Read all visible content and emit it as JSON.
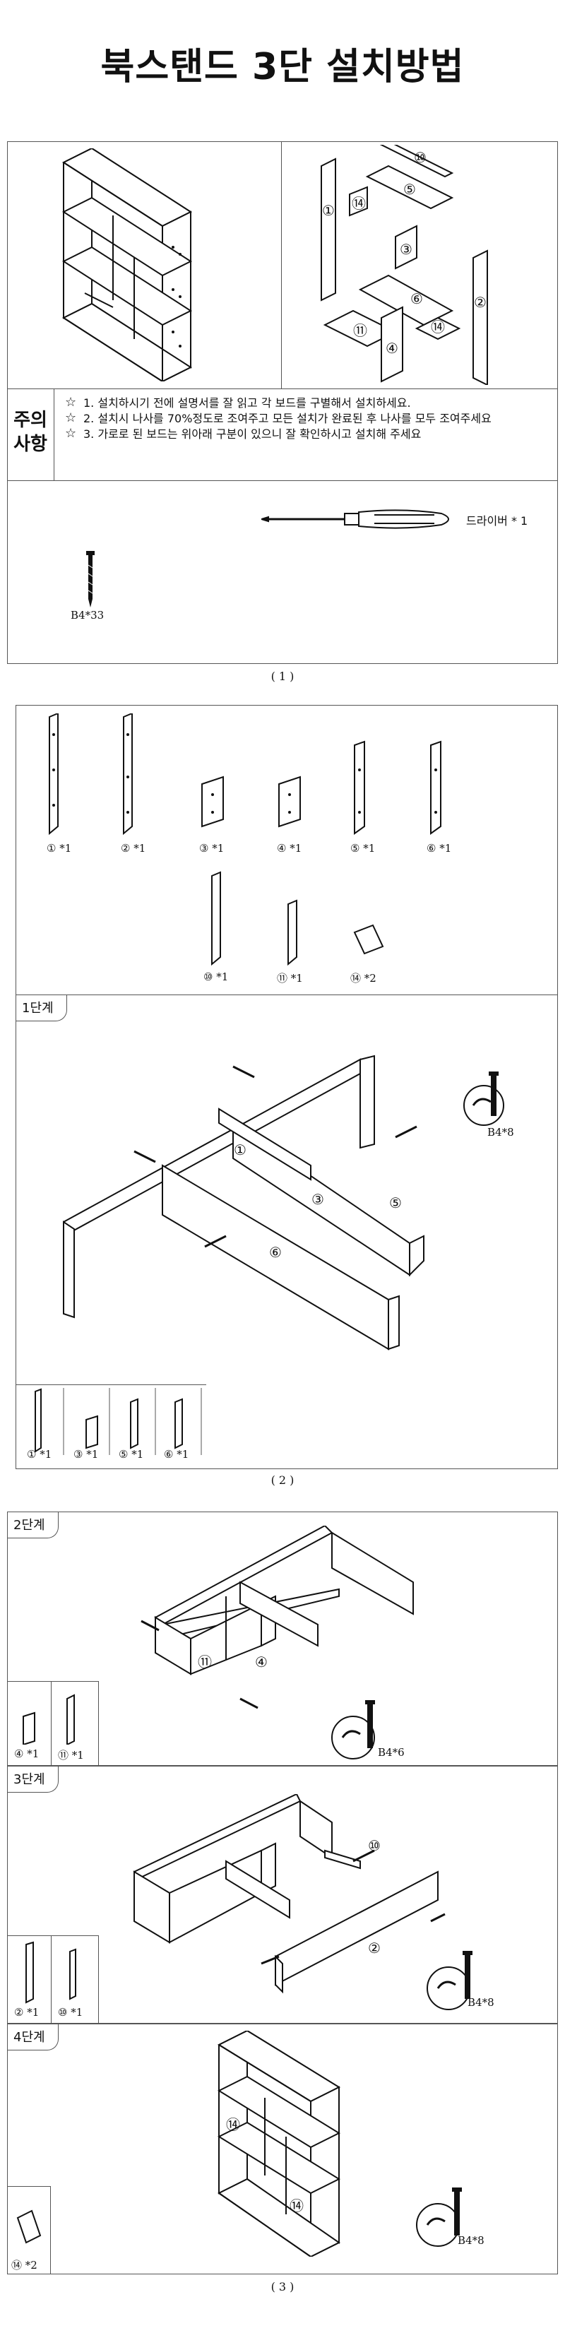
{
  "title": "북스탠드 3단 설치방법",
  "section1": {
    "exploded_labels": [
      "⑩",
      "⑤",
      "①",
      "⑭",
      "③",
      "⑥",
      "②",
      "⑪",
      "④",
      "⑭"
    ],
    "caution_heading_line1": "주의",
    "caution_heading_line2": "사항",
    "cautions": [
      "1. 설치하시기 전에 설명서를 잘 읽고 각 보드를 구별해서 설치하세요.",
      "2. 설치시 나사를 70%정도로 조여주고 모든 설치가 완료된 후 나사를 모두 조여주세요",
      "3. 가로로 된 보드는 위아래 구분이 있으니 잘 확인하시고 설치해 주세요"
    ],
    "driver_label": "드라이버 * 1",
    "screw_label": "B4*33",
    "caption": "( 1 )"
  },
  "section2": {
    "parts_row1": [
      "① *1",
      "② *1",
      "③ *1",
      "④ *1",
      "⑤ *1",
      "⑥ *1"
    ],
    "parts_row2": [
      "⑩ *1",
      "⑪ *1",
      "⑭ *2"
    ],
    "step1": {
      "tab": "1단계",
      "labels": [
        "①",
        "③",
        "⑤",
        "⑥"
      ],
      "screw": "B4*8",
      "parts": [
        "① *1",
        "③ *1",
        "⑤ *1",
        "⑥ *1"
      ]
    },
    "caption": "( 2 )"
  },
  "section3": {
    "step2": {
      "tab": "2단계",
      "labels": [
        "⑪",
        "④"
      ],
      "screw": "B4*6",
      "parts": [
        "④ *1",
        "⑪ *1"
      ]
    },
    "step3": {
      "tab": "3단계",
      "labels": [
        "⑩",
        "②"
      ],
      "screw": "B4*8",
      "parts": [
        "② *1",
        "⑩ *1"
      ]
    },
    "step4": {
      "tab": "4단계",
      "labels": [
        "⑭",
        "⑭"
      ],
      "screw": "B4*8",
      "parts": [
        "⑭ *2"
      ]
    },
    "caption": "( 3 )"
  }
}
